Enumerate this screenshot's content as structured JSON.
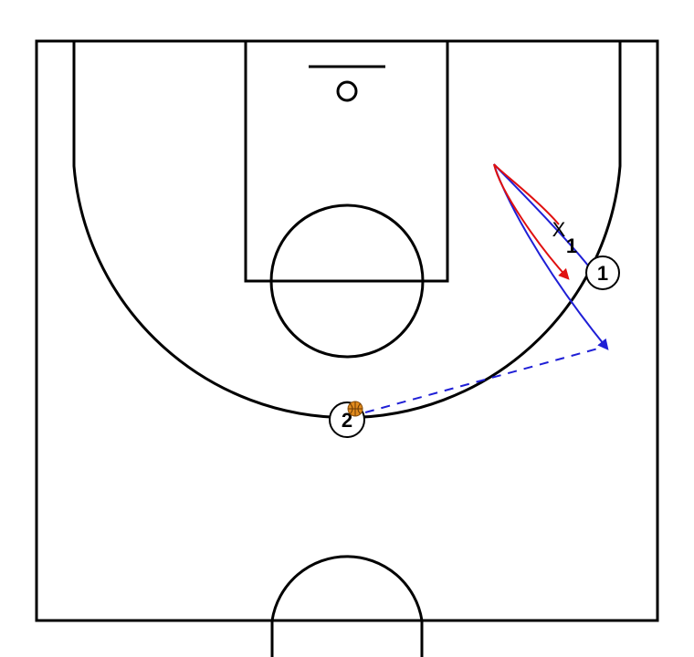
{
  "players": {
    "offense": [
      {
        "label": "1"
      },
      {
        "label": "2"
      }
    ],
    "defense": [
      {
        "symbol": "X",
        "number": "1"
      }
    ]
  },
  "colors": {
    "court_lines": "#000000",
    "cut_path": "#1f1fd6",
    "defender_path": "#e01010",
    "pass_line": "#1f1fd6",
    "ball": "#e08a1c"
  },
  "icons": {
    "ball": "basketball-icon"
  }
}
